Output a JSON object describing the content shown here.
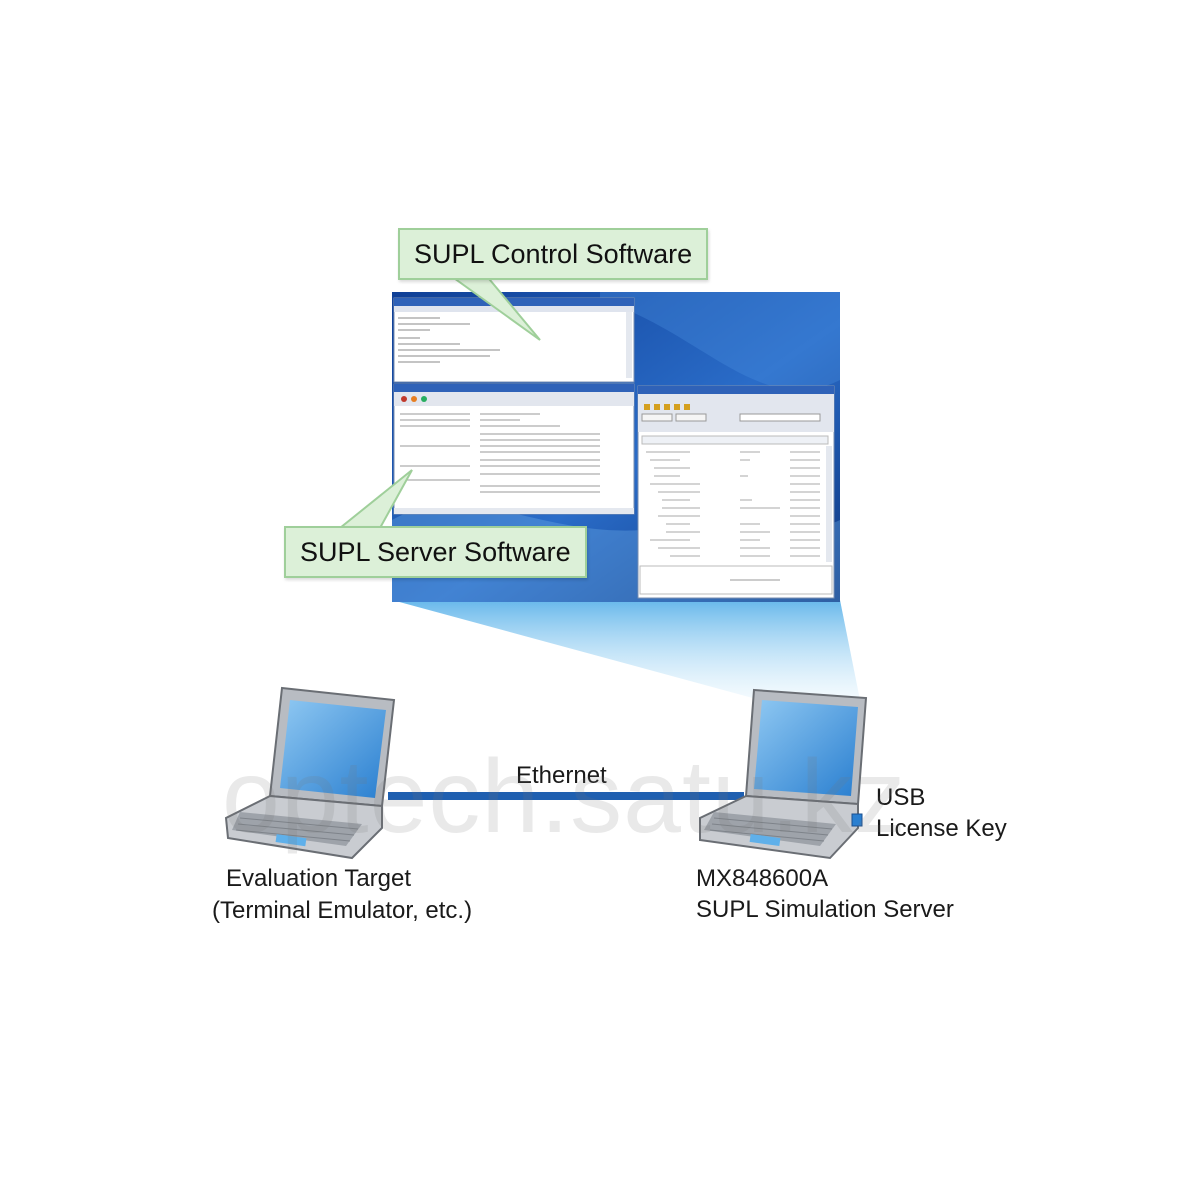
{
  "callouts": {
    "control": "SUPL Control Software",
    "server": "SUPL Server Software"
  },
  "link_label": "Ethernet",
  "devices": {
    "target": {
      "line1": "Evaluation Target",
      "line2": "(Terminal Emulator, etc.)"
    },
    "server": {
      "line1": "MX848600A",
      "line2": "SUPL Simulation Server"
    }
  },
  "usb": {
    "line1": "USB",
    "line2": "License Key"
  },
  "watermark": "optech.satu.kz",
  "colors": {
    "ethernet": "#1f5fb0",
    "desktop": "#1a4fa8",
    "callout_fill": "#dcf0d8",
    "callout_border": "#9fcf9a"
  }
}
